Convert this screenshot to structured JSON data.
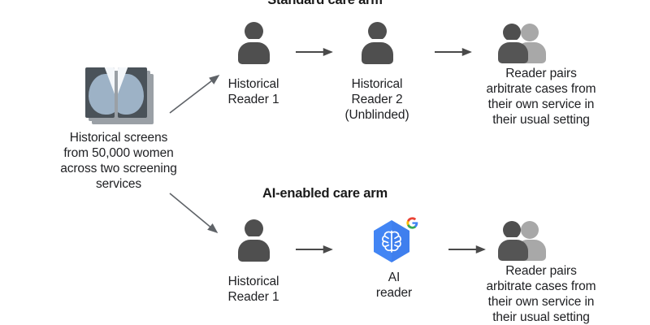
{
  "diagram": {
    "title_top": "Standard care arm",
    "title_bottom": "AI-enabled care arm",
    "source": {
      "icon": "mammogram-screens-icon",
      "caption": "Historical screens\nfrom 50,000 women\nacross two screening\nservices"
    },
    "arms": [
      {
        "id": "standard-care-arm",
        "title": "Standard care arm",
        "steps": [
          {
            "id": "historical-reader-1",
            "icon": "person-icon",
            "label": "Historical\nReader 1"
          },
          {
            "id": "historical-reader-2",
            "icon": "person-icon",
            "label": "Historical\nReader 2\n(Unblinded)"
          },
          {
            "id": "reader-pairs",
            "icon": "two-people-icon",
            "label": "Reader pairs\narbitrate cases from\ntheir own service in\ntheir usual setting"
          }
        ]
      },
      {
        "id": "ai-enabled-care-arm",
        "title": "AI-enabled care arm",
        "steps": [
          {
            "id": "historical-reader-1",
            "icon": "person-icon",
            "label": "Historical\nReader 1"
          },
          {
            "id": "ai-reader",
            "icon": "google-ai-brain-icon",
            "label": "AI\nreader"
          },
          {
            "id": "reader-pairs",
            "icon": "two-people-icon",
            "label": "Reader pairs\narbitrate cases from\ntheir own service in\ntheir usual setting"
          }
        ]
      }
    ],
    "colors": {
      "person_dark": "#4f4f4f",
      "person_light": "#a8a8a8",
      "arrow": "#5f6368",
      "text": "#202124",
      "ai_hex_blue": "#4285f4",
      "google_blue": "#4285f4",
      "google_red": "#ea4335",
      "google_yellow": "#fbbc05",
      "google_green": "#34a853",
      "screen_dark": "#4a5259",
      "screen_tissue": "#9db2c6"
    }
  }
}
